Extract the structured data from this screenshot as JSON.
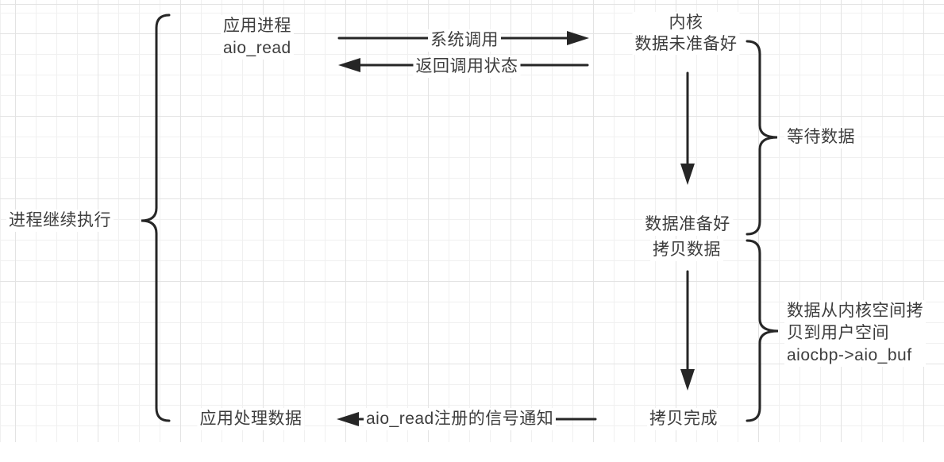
{
  "colors": {
    "stroke": "#262626",
    "text": "#3d3d3d",
    "grid_minor": "#f0f0f0",
    "grid_major": "#e3e3e3",
    "background": "#ffffff"
  },
  "nodes": {
    "app_process": {
      "line1": "应用进程",
      "line2": "aio_read"
    },
    "kernel": {
      "line1": "内核",
      "line2": "数据未准备好"
    },
    "data_ready": {
      "label": "数据准备好"
    },
    "copy_data": {
      "label": "拷贝数据"
    },
    "copy_done": {
      "label": "拷贝完成"
    },
    "app_handle": {
      "label": "应用处理数据"
    },
    "process_continue": {
      "label": "进程继续执行"
    }
  },
  "edges": {
    "syscall": {
      "label": "系统调用"
    },
    "return_status": {
      "label": "返回调用状态"
    },
    "signal": {
      "label": "aio_read注册的信号通知"
    }
  },
  "braces": {
    "wait": {
      "label": "等待数据"
    },
    "copy": {
      "line1": "数据从内核空间拷",
      "line2": "贝到用户空间",
      "line3": "aiocbp->aio_buf"
    }
  }
}
